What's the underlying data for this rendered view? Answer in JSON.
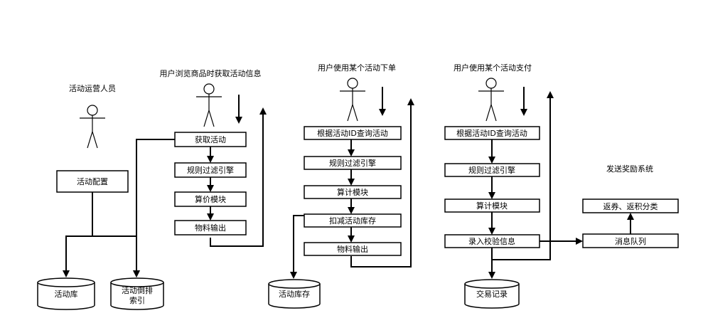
{
  "actors": {
    "ops": "活动运营人员",
    "browse": "用户浏览商品时获取活动信息",
    "order": "用户使用某个活动下单",
    "pay": "用户使用某个活动支付"
  },
  "config": {
    "activity_config": "活动配置"
  },
  "browse_flow": {
    "get_activity": "获取活动",
    "rule_filter": "规则过滤引擎",
    "price_module": "算价模块",
    "material_output": "物料输出"
  },
  "order_flow": {
    "query_by_id": "根据活动ID查询活动",
    "rule_filter": "规则过滤引擎",
    "calc_module": "算计模块",
    "deduct_stock": "扣减活动库存",
    "material_output": "物料输出"
  },
  "pay_flow": {
    "query_by_id": "根据活动ID查询活动",
    "rule_filter": "规则过滤引擎",
    "calc_module": "算计模块",
    "record_check": "录入校验信息"
  },
  "reward": {
    "title": "发送奖励系统",
    "coupon_points": "返券、返积分类",
    "message_queue": "消息队列"
  },
  "stores": {
    "activity_db": "活动库",
    "inverted_index_line1": "活动倒排",
    "inverted_index_line2": "索引",
    "activity_stock": "活动库存",
    "trade_record": "交易记录"
  }
}
